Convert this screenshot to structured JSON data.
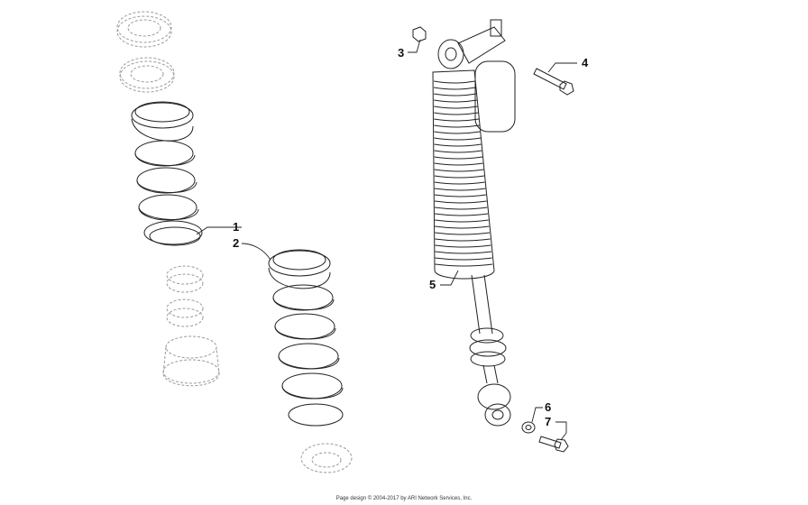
{
  "diagram": {
    "callouts": [
      {
        "id": "1",
        "label": "1"
      },
      {
        "id": "2",
        "label": "2"
      },
      {
        "id": "3",
        "label": "3"
      },
      {
        "id": "4",
        "label": "4"
      },
      {
        "id": "5",
        "label": "5"
      },
      {
        "id": "6",
        "label": "6"
      },
      {
        "id": "7",
        "label": "7"
      }
    ]
  },
  "footer": {
    "text": "Page design © 2004-2017 by ARI Network Services, Inc."
  }
}
